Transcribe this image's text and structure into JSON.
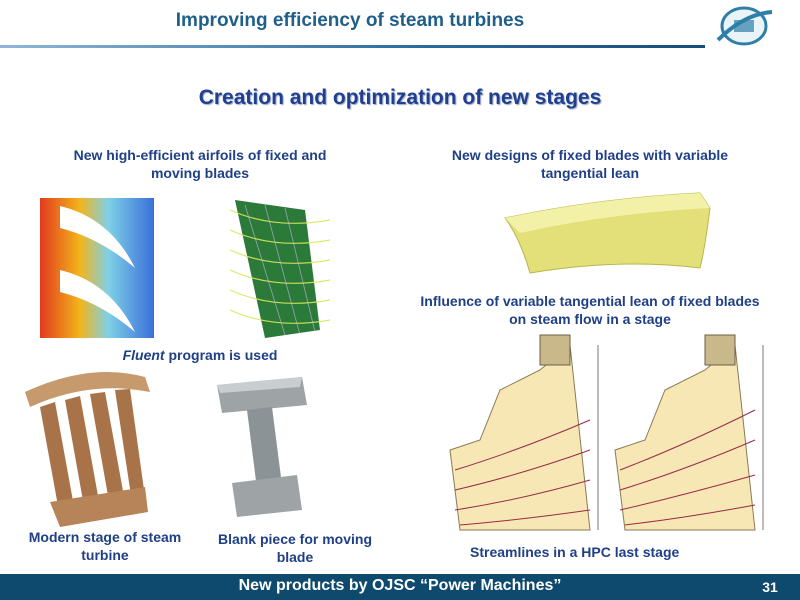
{
  "header": {
    "title": "Improving efficiency of steam turbines"
  },
  "section": {
    "title": "Creation and optimization of new stages"
  },
  "captions": {
    "airfoils": "New high-efficient airfoils of fixed and moving blades",
    "fluent_italic": "Fluent",
    "fluent_rest": " program is used",
    "fixed_blades": "New designs of fixed blades with variable tangential lean",
    "influence": "Influence of variable tangential lean of fixed blades on steam flow in a stage",
    "modern_stage": "Modern stage of steam turbine",
    "blank_piece": "Blank piece for moving blade",
    "streamlines": "Streamlines in a HPC last stage"
  },
  "footer": {
    "text": "New products by OJSC “Power Machines”",
    "page": "31"
  },
  "colors": {
    "header": "#1f5f8b",
    "caption": "#1f3f86",
    "footer_bg": "#0e4a6e"
  }
}
